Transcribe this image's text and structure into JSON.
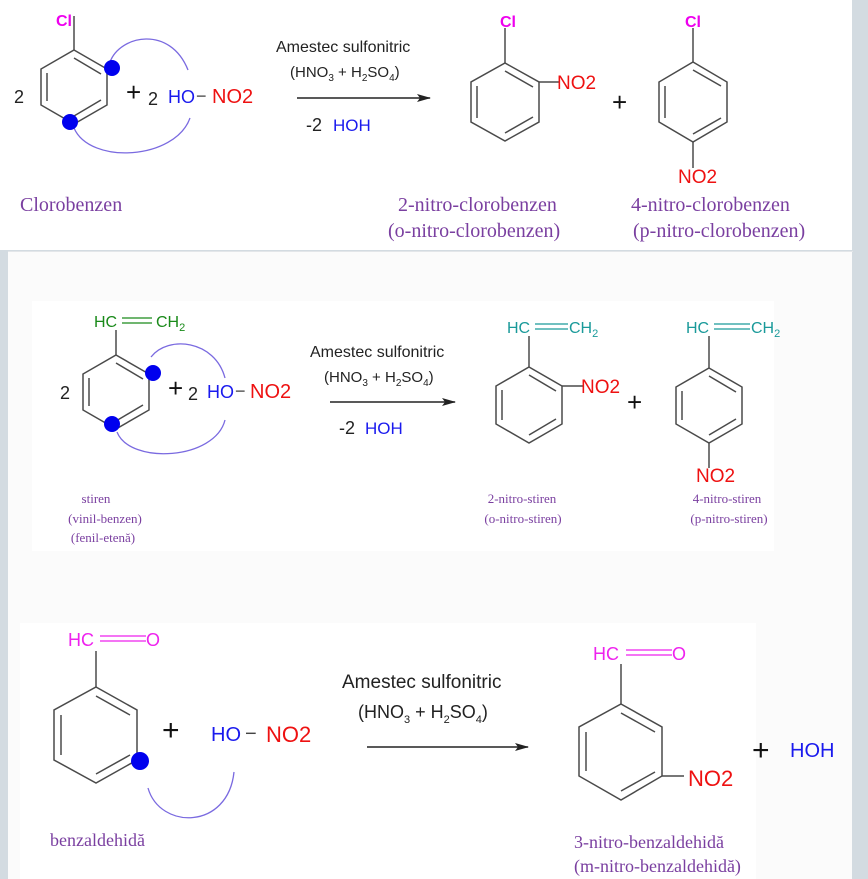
{
  "colors": {
    "bond": "#4a4a4a",
    "chlorine": "#ee00ee",
    "nitro": "#ee1111",
    "hydroxyl": "#1a1aee",
    "vinyl_reactant": "#1a8a1a",
    "vinyl_product": "#1a9a9a",
    "aldehyde": "#ee22ee",
    "name_label": "#7a3fa0",
    "arrow_curve": "#7a6ae0",
    "dot": "#0000ee"
  },
  "reactions": [
    {
      "id": "chlorobenzene-nitration",
      "reactant": {
        "coefficient": "2",
        "substituent": "Cl",
        "name": "Clorobenzen"
      },
      "reagent": {
        "coefficient": "2",
        "ho": "HO",
        "dash": "−",
        "no2": "NO2"
      },
      "plus": "+",
      "conditions": {
        "line1": "Amestec sulfonitric",
        "line2_open": "(HNO",
        "line2_sub3": "3",
        "line2_mid": " + H",
        "line2_sub2": "2",
        "line2_so": "SO",
        "line2_sub4": "4",
        "line2_close": ")",
        "below_coef": "-2",
        "below_species": "HOH"
      },
      "products": [
        {
          "top": "Cl",
          "nitro": "NO2",
          "name_line1": "2-nitro-clorobenzen",
          "name_line2": "(o-nitro-clorobenzen)"
        },
        {
          "top": "Cl",
          "nitro": "NO2",
          "name_line1": "4-nitro-clorobenzen",
          "name_line2": "(p-nitro-clorobenzen)"
        }
      ],
      "products_plus": "+"
    },
    {
      "id": "styrene-nitration",
      "reactant": {
        "coefficient": "2",
        "substituent_left": "HC",
        "substituent_right": "CH",
        "substituent_sub": "2",
        "name_line1": "stiren",
        "name_line2": "(vinil-benzen)",
        "name_line3": "(fenil-etenă)"
      },
      "reagent": {
        "coefficient": "2",
        "ho": "HO",
        "dash": "−",
        "no2": "NO2"
      },
      "plus": "+",
      "conditions": {
        "line1": "Amestec sulfonitric",
        "line2_open": "(HNO",
        "line2_sub3": "3",
        "line2_mid": " + H",
        "line2_sub2": "2",
        "line2_so": "SO",
        "line2_sub4": "4",
        "line2_close": ")",
        "below_coef": "-2",
        "below_species": "HOH"
      },
      "products": [
        {
          "top_left": "HC",
          "top_right": "CH",
          "top_sub": "2",
          "nitro": "NO2",
          "name_line1": "2-nitro-stiren",
          "name_line2": "(o-nitro-stiren)"
        },
        {
          "top_left": "HC",
          "top_right": "CH",
          "top_sub": "2",
          "nitro": "NO2",
          "name_line1": "4-nitro-stiren",
          "name_line2": "(p-nitro-stiren)"
        }
      ],
      "products_plus": "+"
    },
    {
      "id": "benzaldehyde-nitration",
      "reactant": {
        "substituent_left": "HC",
        "substituent_right": "O",
        "name": "benzaldehidă"
      },
      "reagent": {
        "ho": "HO",
        "dash": "−",
        "no2": "NO2"
      },
      "plus": "+",
      "conditions": {
        "line1": "Amestec sulfonitric",
        "line2_open": "(HNO",
        "line2_sub3": "3",
        "line2_mid": " + H",
        "line2_sub2": "2",
        "line2_so": "SO",
        "line2_sub4": "4",
        "line2_close": ")"
      },
      "products": [
        {
          "top_left": "HC",
          "top_right": "O",
          "nitro": "NO2",
          "name_line1": "3-nitro-benzaldehidă",
          "name_line2": "(m-nitro-benzaldehidă)"
        }
      ],
      "byproduct_plus": "+",
      "byproduct": "HOH"
    }
  ]
}
